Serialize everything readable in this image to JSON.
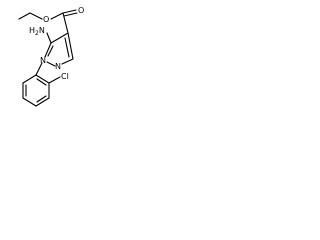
{
  "molecule": {
    "atoms": {
      "ester_O_single": "O",
      "ester_O_double": "O",
      "amine": "NH2",
      "amine_H": "H",
      "amine_N": "N",
      "amine_subscript": "2",
      "ring_N1": "N",
      "ring_N2": "N",
      "chloro": "Cl"
    },
    "colors": {
      "bond": "#000000",
      "label": "#000000",
      "background": "#ffffff"
    }
  }
}
